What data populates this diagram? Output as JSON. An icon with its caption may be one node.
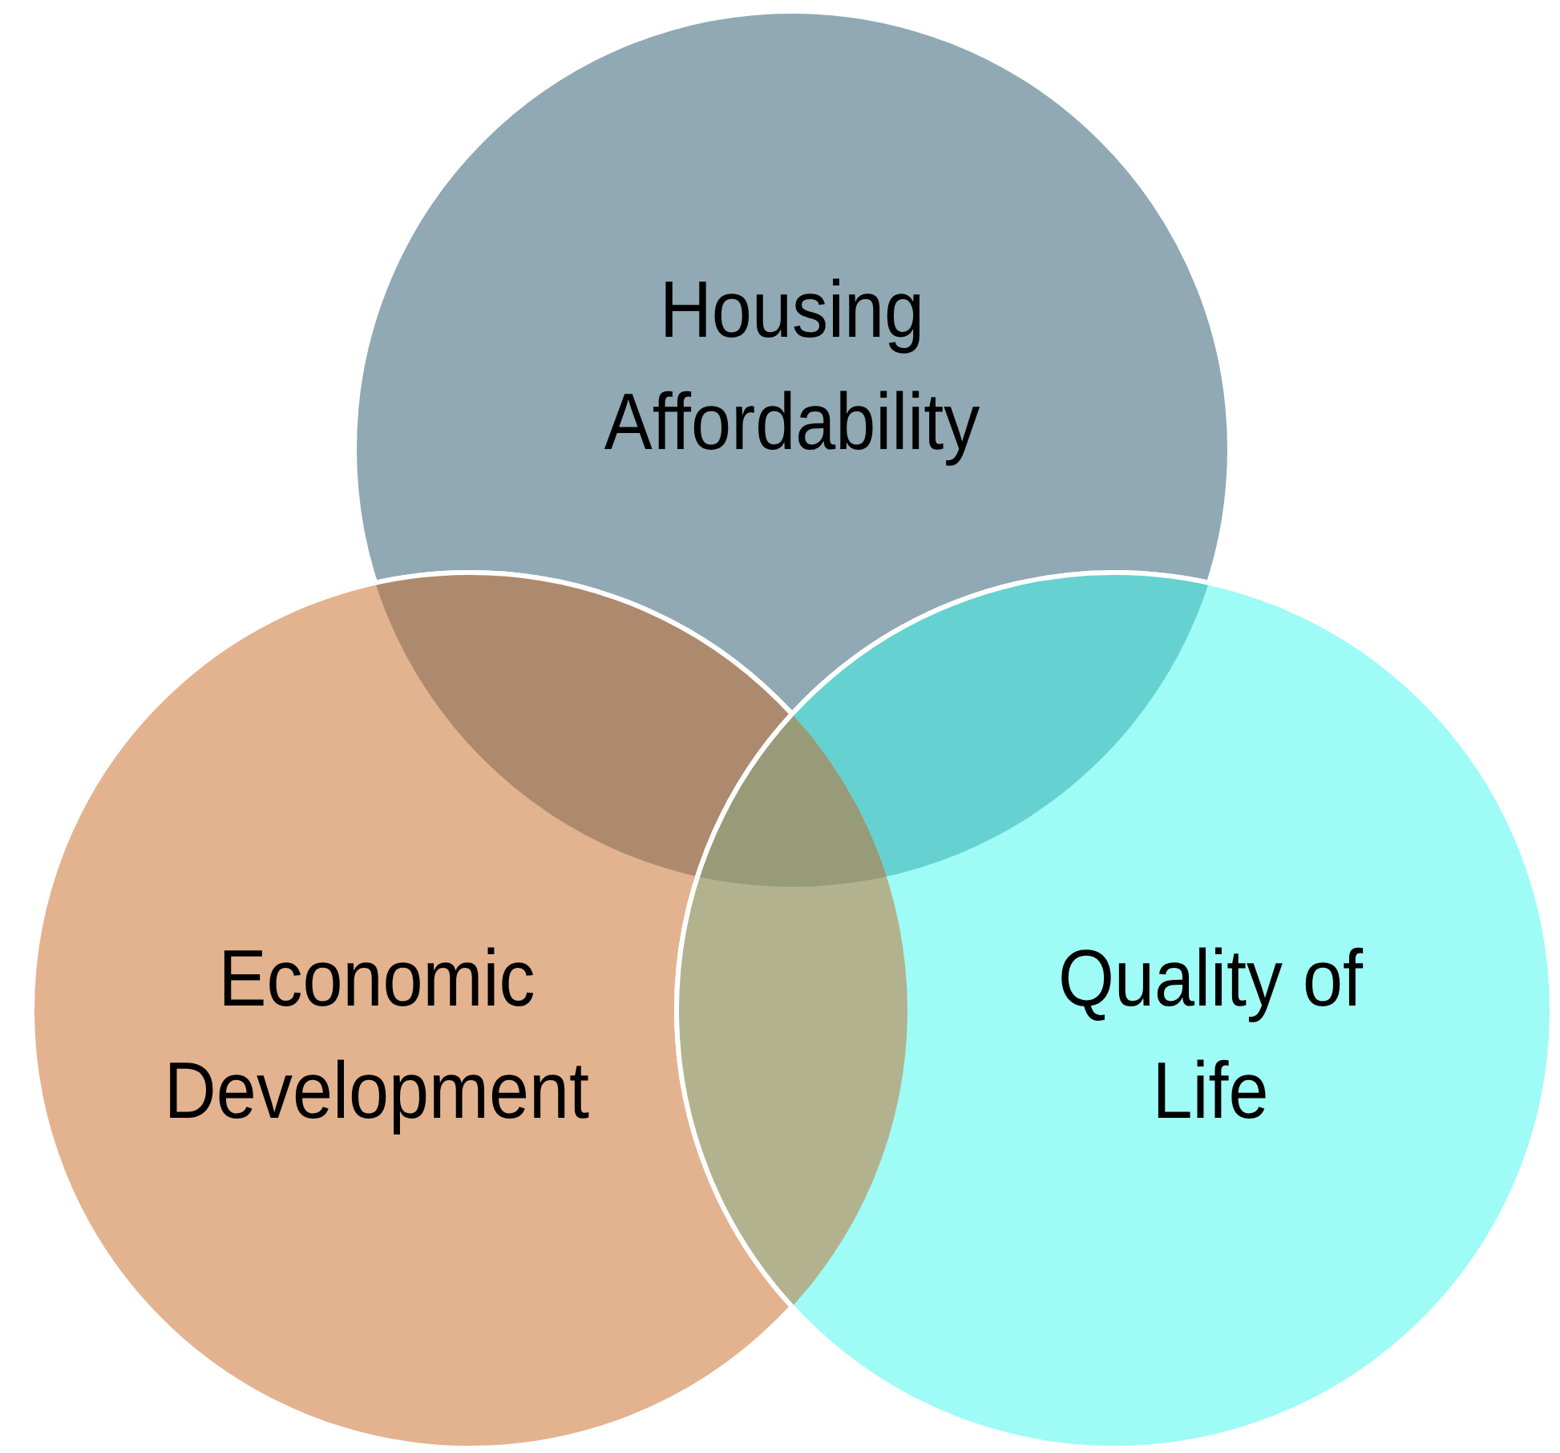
{
  "diagram": {
    "nodes": [
      {
        "text": [
          "Housing Affordability"
        ]
      },
      {
        "text": [
          "Economic Development"
        ]
      },
      {
        "text": [
          "Quality of Life"
        ]
      }
    ]
  }
}
